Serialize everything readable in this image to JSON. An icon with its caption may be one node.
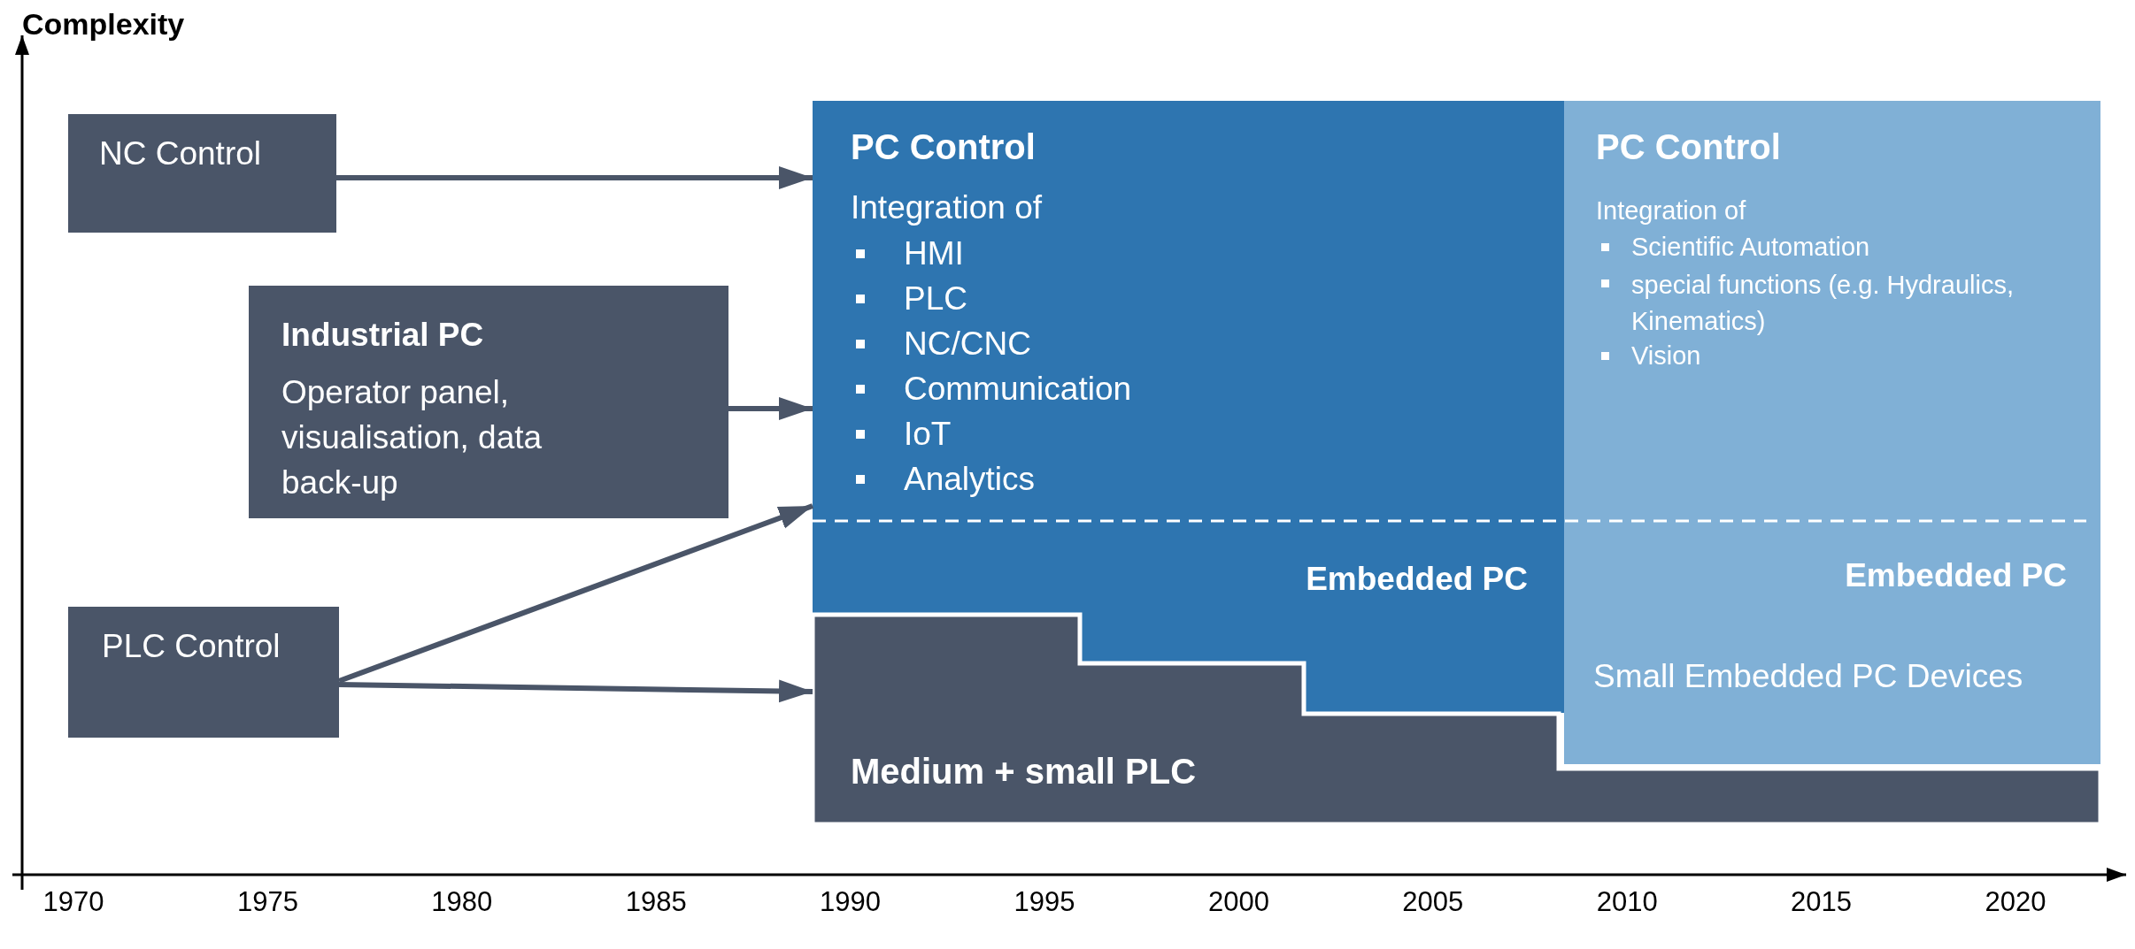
{
  "diagram": {
    "nodes": [
      {
        "text": [
          "NC Control"
        ]
      },
      {
        "text": [
          "Industrial PC",
          "Operator panel, visualisation, data back-up"
        ]
      },
      {
        "text": [
          "PLC Control"
        ]
      },
      {
        "text": [
          "PC Control",
          "Integration of",
          "HMI",
          "PLC",
          "NC/CNC",
          "Communication",
          "IoT",
          "Analytics",
          "Embedded PC"
        ]
      },
      {
        "text": [
          "PC Control",
          "Integration of",
          "Scientific Automation",
          "special functions (e.g. Hydraulics, Kinematics)",
          "Vision",
          "Embedded PC",
          "Small Embedded PC Devices"
        ]
      },
      {
        "text": [
          "Medium + small PLC"
        ]
      }
    ],
    "edges": [
      {
        "from": 0,
        "to": 3,
        "arrow": "to"
      },
      {
        "from": 1,
        "to": 3,
        "arrow": "to"
      },
      {
        "from": 2,
        "to": 3,
        "arrow": "to"
      },
      {
        "from": 2,
        "to": 5,
        "arrow": "to"
      }
    ],
    "labels": [
      "Complexity",
      "1970",
      "1975",
      "1980",
      "1985",
      "1990",
      "1995",
      "2000",
      "2005",
      "2010",
      "2015",
      "2020"
    ]
  }
}
